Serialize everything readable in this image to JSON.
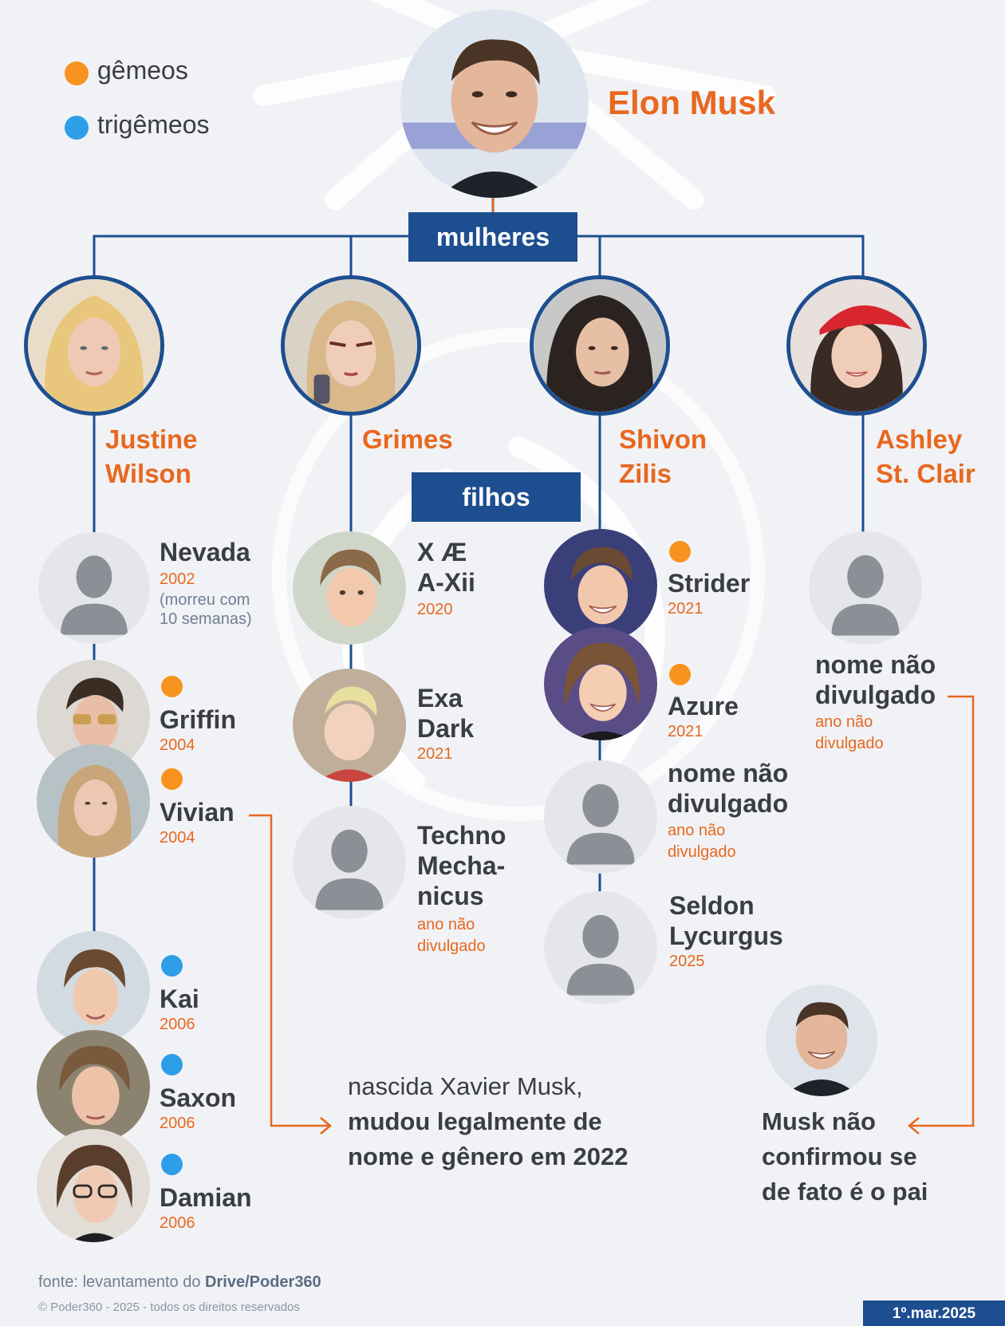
{
  "legend": {
    "twins_label": "gêmeos",
    "triplets_label": "trigêmeos",
    "twins_color": "#f7931e",
    "triplets_color": "#2e9ee8"
  },
  "colors": {
    "navy": "#1d4e8f",
    "orange": "#e8681f"
  },
  "top_person": {
    "name": "Elon Musk"
  },
  "headers": {
    "women": "mulheres",
    "children": "filhos"
  },
  "women": [
    {
      "name": "Justine\nWilson"
    },
    {
      "name": "Grimes"
    },
    {
      "name": "Shivon\nZilis"
    },
    {
      "name": "Ashley\nSt. Clair"
    }
  ],
  "children": [
    {
      "name": "Nevada",
      "year": "2002",
      "note": "(morreu com\n10 semanas)"
    },
    {
      "name": "Griffin",
      "year": "2004"
    },
    {
      "name": "Vivian",
      "year": "2004"
    },
    {
      "name": "Kai",
      "year": "2006"
    },
    {
      "name": "Saxon",
      "year": "2006"
    },
    {
      "name": "Damian",
      "year": "2006"
    },
    {
      "name": "X Æ\nA-Xii",
      "year": "2020"
    },
    {
      "name": "Exa\nDark",
      "year": "2021"
    },
    {
      "name": "Techno\nMecha-\nnicus",
      "year": "ano não\ndivulgado"
    },
    {
      "name": "Strider",
      "year": "2021"
    },
    {
      "name": "Azure",
      "year": "2021"
    },
    {
      "name": "nome não\ndivulgado",
      "year": "ano não\ndivulgado"
    },
    {
      "name": "Seldon\nLycurgus",
      "year": "2025"
    },
    {
      "name": "nome não\ndivulgado",
      "year": "ano não\ndivulgado"
    }
  ],
  "notes": {
    "vivian_line1": "nascida Xavier Musk,",
    "vivian_line2": "mudou legalmente de",
    "vivian_line3": "nome e gênero em 2022",
    "paternity_line1": "Musk não",
    "paternity_line2": "confirmou se",
    "paternity_line3": "de fato é o pai"
  },
  "footer": {
    "source_prefix": "fonte: levantamento do ",
    "source_bold": "Drive/Poder360",
    "copyright": "© Poder360 - 2025 - todos os direitos reservados",
    "date": "1º.mar.2025"
  }
}
